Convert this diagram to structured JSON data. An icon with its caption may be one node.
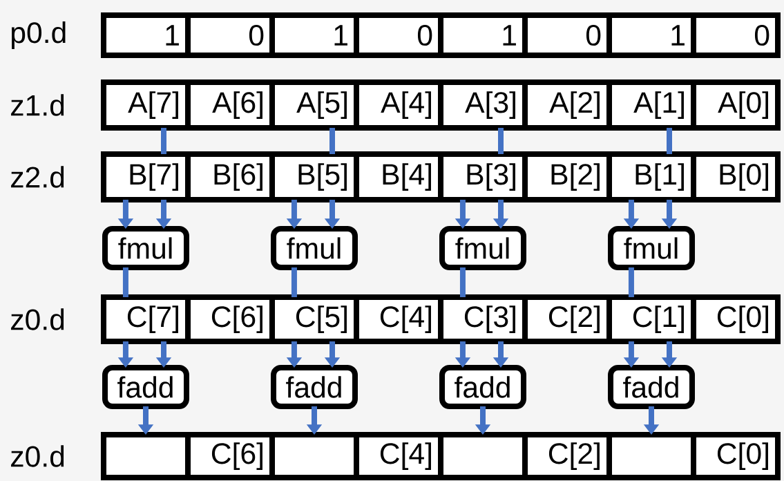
{
  "diagram": {
    "nodes": [
      {
        "text": [
          "1"
        ]
      },
      {
        "text": [
          "0"
        ]
      },
      {
        "text": [
          "1"
        ]
      },
      {
        "text": [
          "0"
        ]
      },
      {
        "text": [
          "1"
        ]
      },
      {
        "text": [
          "0"
        ]
      },
      {
        "text": [
          "1"
        ]
      },
      {
        "text": [
          "0"
        ]
      },
      {
        "text": [
          "A[7]"
        ]
      },
      {
        "text": [
          "A[6]"
        ]
      },
      {
        "text": [
          "A[5]"
        ]
      },
      {
        "text": [
          "A[4]"
        ]
      },
      {
        "text": [
          "A[3]"
        ]
      },
      {
        "text": [
          "A[2]"
        ]
      },
      {
        "text": [
          "A[1]"
        ]
      },
      {
        "text": [
          "A[0]"
        ]
      },
      {
        "text": [
          "B[7]"
        ]
      },
      {
        "text": [
          "B[6]"
        ]
      },
      {
        "text": [
          "B[5]"
        ]
      },
      {
        "text": [
          "B[4]"
        ]
      },
      {
        "text": [
          "B[3]"
        ]
      },
      {
        "text": [
          "B[2]"
        ]
      },
      {
        "text": [
          "B[1]"
        ]
      },
      {
        "text": [
          "B[0]"
        ]
      },
      {
        "text": [
          "fmul"
        ]
      },
      {
        "text": [
          "fmul"
        ]
      },
      {
        "text": [
          "fmul"
        ]
      },
      {
        "text": [
          "fmul"
        ]
      },
      {
        "text": [
          "C[7]"
        ]
      },
      {
        "text": [
          "C[6]"
        ]
      },
      {
        "text": [
          "C[5]"
        ]
      },
      {
        "text": [
          "C[4]"
        ]
      },
      {
        "text": [
          "C[3]"
        ]
      },
      {
        "text": [
          "C[2]"
        ]
      },
      {
        "text": [
          "C[1]"
        ]
      },
      {
        "text": [
          "C[0]"
        ]
      },
      {
        "text": [
          "fadd"
        ]
      },
      {
        "text": [
          "fadd"
        ]
      },
      {
        "text": [
          "fadd"
        ]
      },
      {
        "text": [
          "fadd"
        ]
      },
      {
        "text": [],
        "shape": "box"
      },
      {
        "text": [
          "C[6]"
        ]
      },
      {
        "text": [],
        "shape": "box"
      },
      {
        "text": [
          "C[4]"
        ]
      },
      {
        "text": [],
        "shape": "box"
      },
      {
        "text": [
          "C[2]"
        ]
      },
      {
        "text": [],
        "shape": "box"
      },
      {
        "text": [
          "C[0]"
        ]
      }
    ],
    "edges": [
      {
        "from": 8,
        "to": 16,
        "arrow": "none"
      },
      {
        "from": 16,
        "to": 24,
        "arrow": "to"
      },
      {
        "from": 16,
        "to": 24,
        "arrow": "to"
      },
      {
        "from": 24,
        "to": 28,
        "arrow": "none"
      },
      {
        "from": 28,
        "to": 36,
        "arrow": "to"
      },
      {
        "from": 28,
        "to": 36,
        "arrow": "to"
      },
      {
        "from": 36,
        "to": 40,
        "arrow": "to"
      },
      {
        "from": 10,
        "to": 18,
        "arrow": "none"
      },
      {
        "from": 18,
        "to": 25,
        "arrow": "to"
      },
      {
        "from": 18,
        "to": 25,
        "arrow": "to"
      },
      {
        "from": 25,
        "to": 30,
        "arrow": "none"
      },
      {
        "from": 30,
        "to": 37,
        "arrow": "to"
      },
      {
        "from": 30,
        "to": 37,
        "arrow": "to"
      },
      {
        "from": 37,
        "to": 42,
        "arrow": "to"
      },
      {
        "from": 12,
        "to": 20,
        "arrow": "none"
      },
      {
        "from": 20,
        "to": 26,
        "arrow": "to"
      },
      {
        "from": 20,
        "to": 26,
        "arrow": "to"
      },
      {
        "from": 26,
        "to": 32,
        "arrow": "none"
      },
      {
        "from": 32,
        "to": 38,
        "arrow": "to"
      },
      {
        "from": 32,
        "to": 38,
        "arrow": "to"
      },
      {
        "from": 38,
        "to": 44,
        "arrow": "to"
      },
      {
        "from": 14,
        "to": 22,
        "arrow": "none"
      },
      {
        "from": 22,
        "to": 27,
        "arrow": "to"
      },
      {
        "from": 22,
        "to": 27,
        "arrow": "to"
      },
      {
        "from": 27,
        "to": 34,
        "arrow": "none"
      },
      {
        "from": 34,
        "to": 39,
        "arrow": "to"
      },
      {
        "from": 34,
        "to": 39,
        "arrow": "to"
      },
      {
        "from": 39,
        "to": 46,
        "arrow": "to"
      }
    ],
    "labels": [
      "p0.d",
      "z1.d",
      "z2.d",
      "z0.d",
      "z0.d"
    ]
  }
}
